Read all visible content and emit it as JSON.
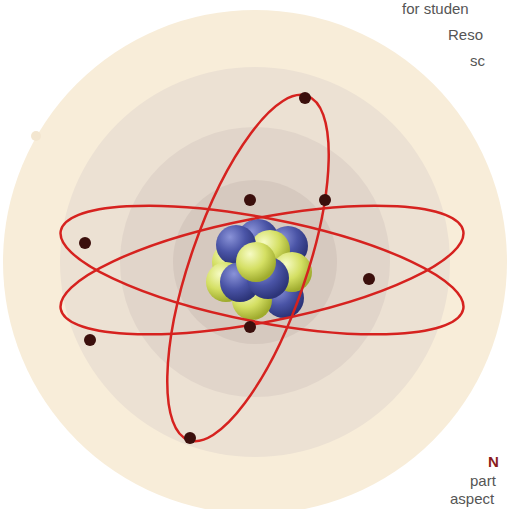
{
  "diagram": {
    "labels": [
      "for studen",
      "Reso",
      "sc",
      "N",
      "part",
      "aspect"
    ]
  }
}
